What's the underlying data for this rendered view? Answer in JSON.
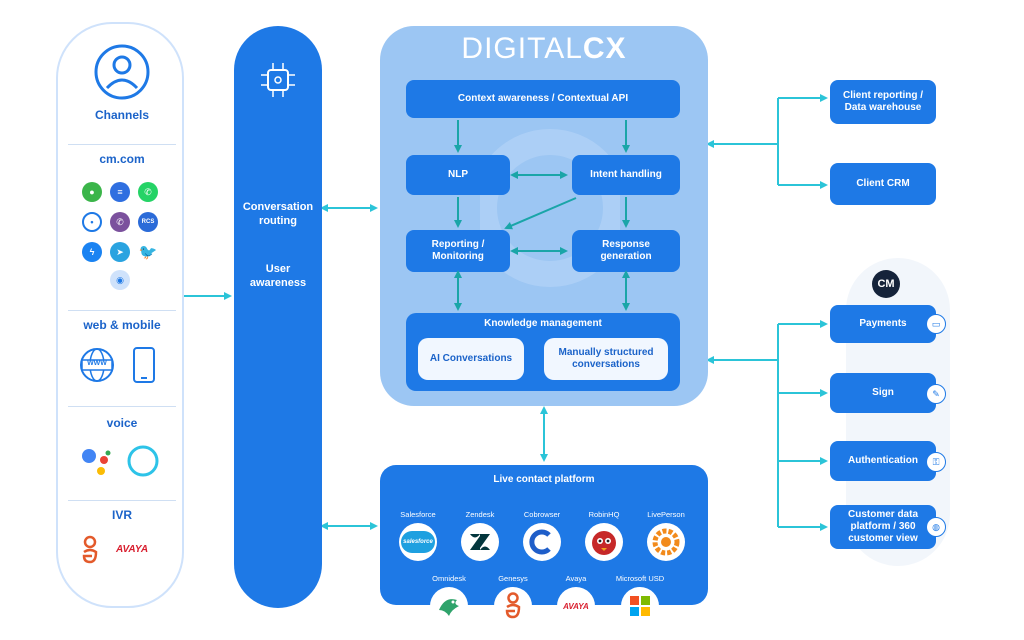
{
  "channels": {
    "title": "Channels",
    "groups": [
      {
        "heading": "cm.com"
      },
      {
        "heading": "web & mobile",
        "items": [
          "WWW"
        ]
      },
      {
        "heading": "voice"
      },
      {
        "heading": "IVR",
        "items": [
          "AVAYA"
        ]
      }
    ],
    "icons": [
      "user-icon",
      "sms-icon",
      "chat-icon",
      "whatsapp-icon",
      "message-icon",
      "viber-icon",
      "rcs-icon",
      "messenger-icon",
      "telegram-icon",
      "twitter-icon",
      "apple-business-icon",
      "globe-icon",
      "smartphone-icon",
      "google-assistant-icon",
      "alexa-icon",
      "genesys-icon"
    ]
  },
  "routing": {
    "line1": "Conversation",
    "line2": "routing",
    "line3": "User",
    "line4": "awareness"
  },
  "digital_cx": {
    "title_light": "DIGITAL",
    "title_bold": "CX",
    "context": "Context awareness / Contextual API",
    "nlp": "NLP",
    "intent": "Intent handling",
    "reporting_l1": "Reporting /",
    "reporting_l2": "Monitoring",
    "response_l1": "Response",
    "response_l2": "generation",
    "knowledge": "Knowledge management",
    "ai": "AI Conversations",
    "manual_l1": "Manually structured",
    "manual_l2": "conversations"
  },
  "live_contact": {
    "title": "Live contact platform",
    "vendors_row1": [
      "Salesforce",
      "Zendesk",
      "Cobrowser",
      "RobinHQ",
      "LivePerson"
    ],
    "vendors_row2": [
      "Omnidesk",
      "Genesys",
      "Avaya",
      "Microsoft USD"
    ],
    "logo_text": {
      "salesforce": "salesforce",
      "avaya": "AVAYA"
    }
  },
  "client": {
    "reporting_l1": "Client reporting /",
    "reporting_l2": "Data warehouse",
    "crm": "Client CRM"
  },
  "cm_services": {
    "logo": "CM",
    "payments": "Payments",
    "sign": "Sign",
    "authentication": "Authentication",
    "cdp_l1": "Customer data",
    "cdp_l2": "platform / 360",
    "cdp_l3": "customer view"
  },
  "colors": {
    "primary": "#1e79e6",
    "cx_panel": "#9cc6f3",
    "connector": "#2bc4d8",
    "inner_arrow": "#1aa5a8"
  }
}
